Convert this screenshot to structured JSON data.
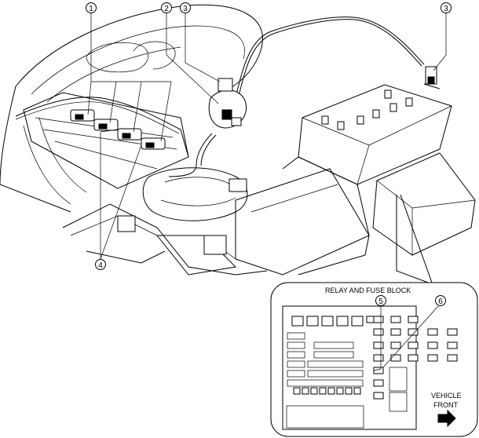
{
  "callouts": [
    {
      "id": "1",
      "label": "1"
    },
    {
      "id": "2",
      "label": "2"
    },
    {
      "id": "3a",
      "label": "3"
    },
    {
      "id": "3b",
      "label": "3"
    },
    {
      "id": "4",
      "label": "4"
    },
    {
      "id": "5",
      "label": "5"
    },
    {
      "id": "6",
      "label": "6"
    }
  ],
  "inset": {
    "title": "RELAY AND FUSE BLOCK",
    "direction_line1": "VEHICLE",
    "direction_line2": "FRONT",
    "direction_icon": "arrow-right-icon"
  }
}
